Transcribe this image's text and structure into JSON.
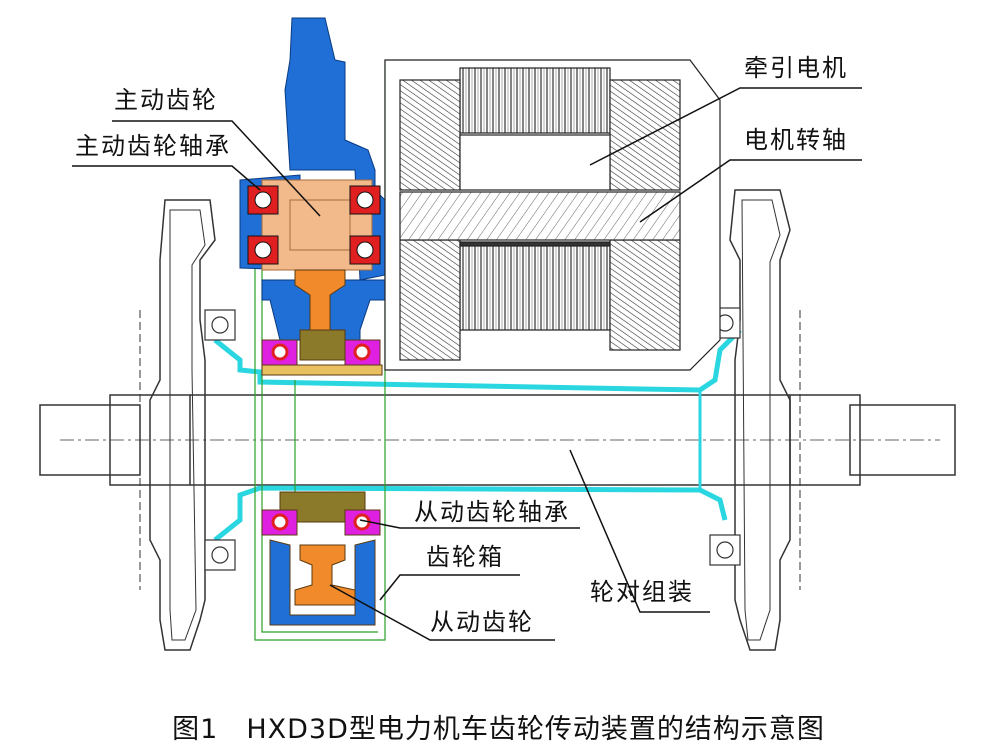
{
  "labels": {
    "driving_gear": "主动齿轮",
    "driving_gear_bearing": "主动齿轮轴承",
    "traction_motor": "牵引电机",
    "motor_shaft": "电机转轴",
    "driven_gear_bearing": "从动齿轮轴承",
    "gearbox": "齿轮箱",
    "wheelset": "轮对组装",
    "driven_gear": "从动齿轮"
  },
  "caption": {
    "number": "图1",
    "text": "HXD3D型电力机车齿轮传动装置的结构示意图"
  },
  "colors": {
    "housing_blue": "#1f6fd6",
    "gear_tan": "#f2b98a",
    "gear_orange": "#f08a2a",
    "gear_olive": "#8a7a2a",
    "bearing_red": "#e02020",
    "bearing_magenta": "#e020e0",
    "cyan_shaft": "#2ad6e0",
    "outline_green": "#2aa02a",
    "motor_gray": "#555555"
  }
}
